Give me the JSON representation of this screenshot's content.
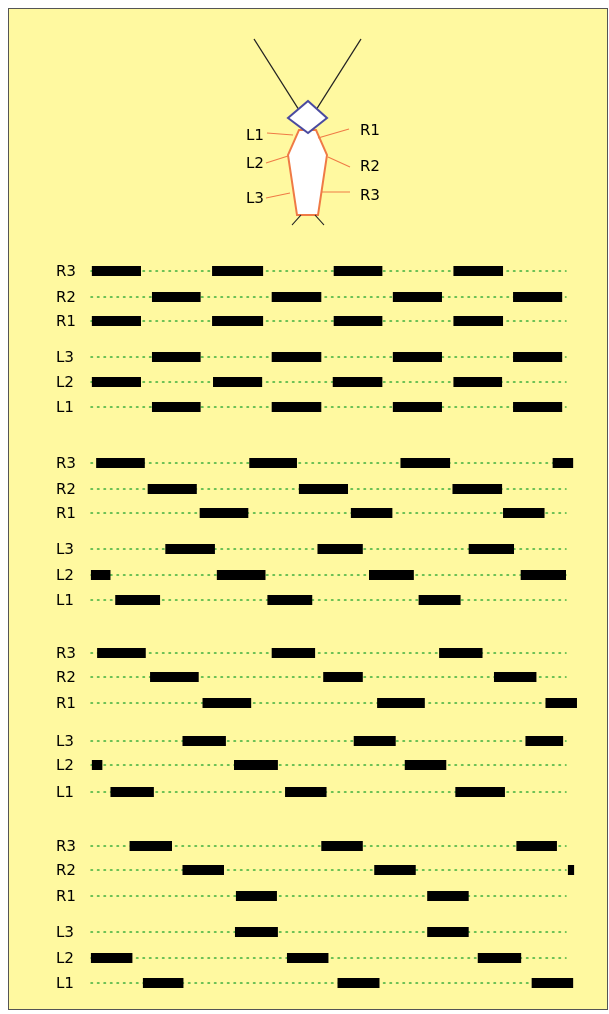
{
  "colors": {
    "background": "#fff9a0",
    "border": "#555555",
    "body_outline": "#ef7a45",
    "head_outline": "#4a4aa0",
    "stance_bar": "#000000",
    "swing_dots": "#3cae3c",
    "antenna": "#222222"
  },
  "insect": {
    "leg_labels": [
      {
        "id": "L1",
        "text": "L1",
        "side": "left"
      },
      {
        "id": "L2",
        "text": "L2",
        "side": "left"
      },
      {
        "id": "L3",
        "text": "L3",
        "side": "left"
      },
      {
        "id": "R1",
        "text": "R1",
        "side": "right"
      },
      {
        "id": "R2",
        "text": "R2",
        "side": "right"
      },
      {
        "id": "R3",
        "text": "R3",
        "side": "right"
      }
    ]
  },
  "chart_data": {
    "type": "gait-diagram",
    "legs_order": [
      "R3",
      "R2",
      "R1",
      "L3",
      "L2",
      "L1"
    ],
    "time_range": [
      0,
      100
    ],
    "panels": [
      {
        "rows": [
          {
            "leg": "R3",
            "label": "R3",
            "stance": [
              [
                0.6,
                10.9
              ],
              [
                25.8,
                36.5
              ],
              [
                51.3,
                61.5
              ],
              [
                76.4,
                86.8
              ]
            ]
          },
          {
            "leg": "R2",
            "label": "R2",
            "stance": [
              [
                13.2,
                23.4
              ],
              [
                38.3,
                48.7
              ],
              [
                63.7,
                74.0
              ],
              [
                88.9,
                99.2
              ]
            ]
          },
          {
            "leg": "R1",
            "label": "R1",
            "stance": [
              [
                0.6,
                10.9
              ],
              [
                25.8,
                36.5
              ],
              [
                51.3,
                61.5
              ],
              [
                76.4,
                86.8
              ]
            ]
          },
          {
            "leg": "L3",
            "label": "L3",
            "stance": [
              [
                13.2,
                23.4
              ],
              [
                38.3,
                48.7
              ],
              [
                63.7,
                74.0
              ],
              [
                88.9,
                99.2
              ]
            ]
          },
          {
            "leg": "L2",
            "label": "L2",
            "stance": [
              [
                0.6,
                10.9
              ],
              [
                26.0,
                36.3
              ],
              [
                51.1,
                61.5
              ],
              [
                76.4,
                86.6
              ]
            ]
          },
          {
            "leg": "L1",
            "label": "L1",
            "stance": [
              [
                13.2,
                23.4
              ],
              [
                38.3,
                48.7
              ],
              [
                63.7,
                74.0
              ],
              [
                88.9,
                99.2
              ]
            ]
          }
        ]
      },
      {
        "rows": [
          {
            "leg": "R3",
            "label": "R3",
            "stance": [
              [
                1.5,
                11.7
              ],
              [
                33.6,
                43.6
              ],
              [
                65.3,
                75.7
              ],
              [
                97.2,
                101.5
              ]
            ]
          },
          {
            "leg": "R2",
            "label": "R2",
            "stance": [
              [
                12.3,
                22.6
              ],
              [
                44.0,
                54.3
              ],
              [
                76.2,
                86.6
              ]
            ]
          },
          {
            "leg": "R1",
            "label": "R1",
            "stance": [
              [
                23.2,
                33.4
              ],
              [
                54.9,
                63.6
              ],
              [
                86.8,
                95.5
              ]
            ]
          },
          {
            "leg": "L3",
            "label": "L3",
            "stance": [
              [
                16.0,
                26.4
              ],
              [
                47.9,
                57.4
              ],
              [
                79.6,
                89.1
              ]
            ]
          },
          {
            "leg": "L2",
            "label": "L2",
            "stance": [
              [
                0.4,
                4.5
              ],
              [
                26.8,
                37.0
              ],
              [
                58.7,
                68.1
              ],
              [
                90.5,
                100.0
              ]
            ]
          },
          {
            "leg": "L1",
            "label": "L1",
            "stance": [
              [
                5.5,
                14.9
              ],
              [
                37.4,
                46.8
              ],
              [
                69.1,
                77.9
              ]
            ]
          }
        ]
      },
      {
        "rows": [
          {
            "leg": "R3",
            "label": "R3",
            "stance": [
              [
                1.7,
                11.9
              ],
              [
                38.3,
                47.4
              ],
              [
                73.4,
                82.5
              ]
            ]
          },
          {
            "leg": "R2",
            "label": "R2",
            "stance": [
              [
                12.8,
                23.0
              ],
              [
                49.1,
                57.4
              ],
              [
                84.9,
                93.8
              ]
            ]
          },
          {
            "leg": "R1",
            "label": "R1",
            "stance": [
              [
                23.8,
                34.0
              ],
              [
                60.4,
                70.4
              ],
              [
                95.7,
                102.3
              ]
            ]
          },
          {
            "leg": "L3",
            "label": "L3",
            "stance": [
              [
                19.6,
                28.7
              ],
              [
                55.5,
                64.3
              ],
              [
                91.5,
                99.4
              ]
            ]
          },
          {
            "leg": "L2",
            "label": "L2",
            "stance": [
              [
                0.6,
                2.8
              ],
              [
                30.4,
                39.6
              ],
              [
                66.2,
                74.9
              ]
            ]
          },
          {
            "leg": "L1",
            "label": "L1",
            "stance": [
              [
                4.5,
                13.6
              ],
              [
                41.1,
                49.8
              ],
              [
                76.8,
                87.2
              ]
            ]
          }
        ]
      },
      {
        "rows": [
          {
            "leg": "R3",
            "label": "R3",
            "stance": [
              [
                8.5,
                17.4
              ],
              [
                48.7,
                57.4
              ],
              [
                89.6,
                98.1
              ]
            ]
          },
          {
            "leg": "R2",
            "label": "R2",
            "stance": [
              [
                19.6,
                28.3
              ],
              [
                59.8,
                68.5
              ],
              [
                100.4,
                101.7
              ]
            ]
          },
          {
            "leg": "R1",
            "label": "R1",
            "stance": [
              [
                30.8,
                39.4
              ],
              [
                70.9,
                79.6
              ]
            ]
          },
          {
            "leg": "L3",
            "label": "L3",
            "stance": [
              [
                30.6,
                39.6
              ],
              [
                70.9,
                79.6
              ]
            ]
          },
          {
            "leg": "L2",
            "label": "L2",
            "stance": [
              [
                0.4,
                9.1
              ],
              [
                41.5,
                50.2
              ],
              [
                81.5,
                90.6
              ]
            ]
          },
          {
            "leg": "L1",
            "label": "L1",
            "stance": [
              [
                11.3,
                19.8
              ],
              [
                52.1,
                60.9
              ],
              [
                92.8,
                101.5
              ]
            ]
          }
        ]
      }
    ]
  }
}
